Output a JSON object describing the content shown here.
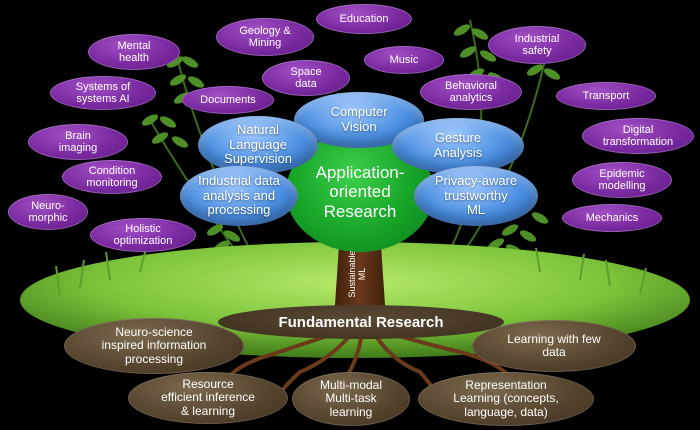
{
  "center": {
    "line1": "Application-",
    "line2": "oriented",
    "line3": "Research"
  },
  "fundamental": "Fundamental Research",
  "trunk": {
    "line1": "Sustainable",
    "line2": "ML"
  },
  "blue_nodes": {
    "computer_vision": {
      "line1": "Computer",
      "line2": "Vision"
    },
    "nlp": {
      "line1": "Natural",
      "line2": "Language",
      "line3": "Supervision"
    },
    "gesture": {
      "line1": "Gesture",
      "line2": "Analysis"
    },
    "industrial_data": {
      "line1": "Industrial data",
      "line2": "analysis and",
      "line3": "processing"
    },
    "privacy": {
      "line1": "Privacy-aware",
      "line2": "trustworthy",
      "line3": "ML"
    }
  },
  "purple_nodes": {
    "education": "Education",
    "geology": {
      "line1": "Geology &",
      "line2": "Mining"
    },
    "mental_health": {
      "line1": "Mental",
      "line2": "health"
    },
    "industrial_safety": {
      "line1": "Industrial",
      "line2": "safety"
    },
    "music": "Music",
    "space_data": {
      "line1": "Space",
      "line2": "data"
    },
    "systems_ai": {
      "line1": "Systems of",
      "line2": "systems AI"
    },
    "documents": "Documents",
    "behavioral": {
      "line1": "Behavioral",
      "line2": "analytics"
    },
    "transport": "Transport",
    "brain_imaging": {
      "line1": "Brain",
      "line2": "imaging"
    },
    "digital_transformation": {
      "line1": "Digital",
      "line2": "transformation"
    },
    "condition_monitoring": {
      "line1": "Condition",
      "line2": "monitoring"
    },
    "epidemic": {
      "line1": "Epidemic",
      "line2": "modelling"
    },
    "neuromorphic": {
      "line1": "Neuro-",
      "line2": "morphic"
    },
    "holistic": {
      "line1": "Holistic",
      "line2": "optimization"
    },
    "mechanics": "Mechanics"
  },
  "brown_nodes": {
    "neuroscience": {
      "line1": "Neuro-science",
      "line2": "inspired information",
      "line3": "processing"
    },
    "few_data": {
      "line1": "Learning with few",
      "line2": "data"
    },
    "resource": {
      "line1": "Resource",
      "line2": "efficient inference",
      "line3": "& learning"
    },
    "multimodal": {
      "line1": "Multi-modal",
      "line2": "Multi-task",
      "line3": "learning"
    },
    "representation": {
      "line1": "Representation",
      "line2": "Learning (concepts,",
      "line3": "language, data)"
    }
  },
  "colors": {
    "background": "#000000",
    "purple": "#7a2aa0",
    "blue": "#4a8ee0",
    "green_center": "#16a327",
    "grass": "#8fd14f",
    "brown": "#54432c",
    "trunk": "#5b3216"
  }
}
